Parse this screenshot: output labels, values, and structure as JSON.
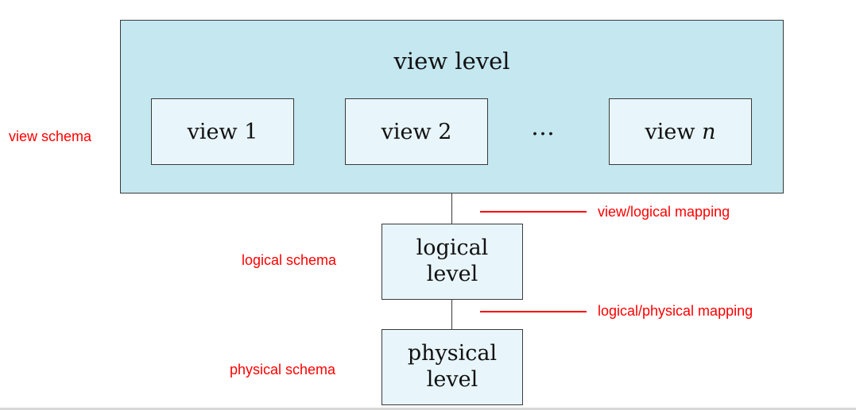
{
  "view_level": {
    "title": "view level",
    "views": [
      {
        "label": "view",
        "num": "1"
      },
      {
        "label": "view",
        "num": "2"
      },
      {
        "label": "view",
        "num": "n"
      }
    ],
    "ellipsis": "…"
  },
  "logical_level": {
    "line1": "logical",
    "line2": "level"
  },
  "physical_level": {
    "line1": "physical",
    "line2": "level"
  },
  "annotations": {
    "view_schema": "view schema",
    "logical_schema": "logical schema",
    "physical_schema": "physical schema",
    "view_logical_mapping": "view/logical mapping",
    "logical_physical_mapping": "logical/physical mapping"
  },
  "colors": {
    "view_level_fill": "#c4e7f0",
    "inner_box_fill": "#e8f5fa",
    "annotation": "#ff0000",
    "border": "#3a3a3a"
  }
}
